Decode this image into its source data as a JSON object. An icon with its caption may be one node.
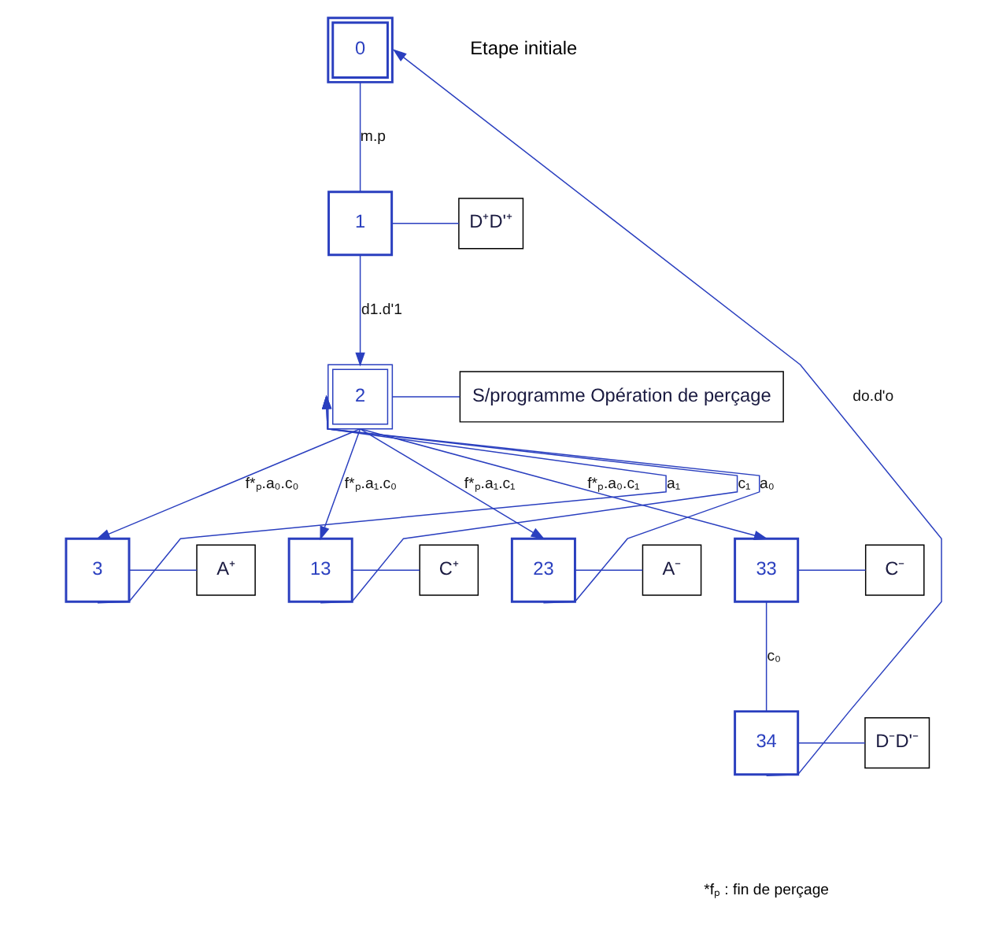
{
  "diagram": {
    "nodes": [
      {
        "text": [
          "0"
        ],
        "beside": [
          "Etape initiale"
        ]
      },
      {
        "text": [
          "1"
        ]
      },
      {
        "text": [
          "D⁺D'⁺"
        ]
      },
      {
        "text": [
          "2"
        ]
      },
      {
        "text": [
          "S/programme Opération de perçage"
        ]
      },
      {
        "text": [
          "3"
        ]
      },
      {
        "text": [
          "A⁺"
        ]
      },
      {
        "text": [
          "13"
        ]
      },
      {
        "text": [
          "C⁺"
        ]
      },
      {
        "text": [
          "23"
        ]
      },
      {
        "text": [
          "A⁻"
        ]
      },
      {
        "text": [
          "33"
        ]
      },
      {
        "text": [
          "C⁻"
        ]
      },
      {
        "text": [
          "34"
        ]
      },
      {
        "text": [
          "D⁻D'⁻"
        ]
      }
    ],
    "edges": [
      {
        "from": 0,
        "to": 1,
        "label": "m.p",
        "arrow": "none"
      },
      {
        "from": 1,
        "to": 2,
        "arrow": "none"
      },
      {
        "from": 1,
        "to": 3,
        "label": "d1.d'1",
        "arrow": "to"
      },
      {
        "from": 3,
        "to": 4,
        "arrow": "none"
      },
      {
        "from": 3,
        "to": 5,
        "label": "f*ₚ.a₀.c₀",
        "arrow": "to"
      },
      {
        "from": 3,
        "to": 7,
        "label": "f*ₚ.a₁.c₀",
        "arrow": "to"
      },
      {
        "from": 3,
        "to": 9,
        "label": "f*ₚ.a₁.c₁",
        "arrow": "to"
      },
      {
        "from": 3,
        "to": 11,
        "label": "f*ₚ.a₀.c₁",
        "arrow": "to"
      },
      {
        "from": 5,
        "to": 6,
        "arrow": "none"
      },
      {
        "from": 7,
        "to": 8,
        "arrow": "none"
      },
      {
        "from": 9,
        "to": 10,
        "arrow": "none"
      },
      {
        "from": 11,
        "to": 12,
        "arrow": "none"
      },
      {
        "from": 5,
        "to": 3,
        "label": "a₁",
        "arrow": "to"
      },
      {
        "from": 7,
        "to": 3,
        "label": "c₁",
        "arrow": "to"
      },
      {
        "from": 9,
        "to": 3,
        "label": "a₀",
        "arrow": "to"
      },
      {
        "from": 11,
        "to": 13,
        "label": "c₀",
        "arrow": "none"
      },
      {
        "from": 13,
        "to": 14,
        "arrow": "none"
      },
      {
        "from": 13,
        "to": 0,
        "label": "do.d'o",
        "arrow": "to"
      }
    ],
    "labels": [
      "*fₚ : fin de perçage"
    ]
  }
}
